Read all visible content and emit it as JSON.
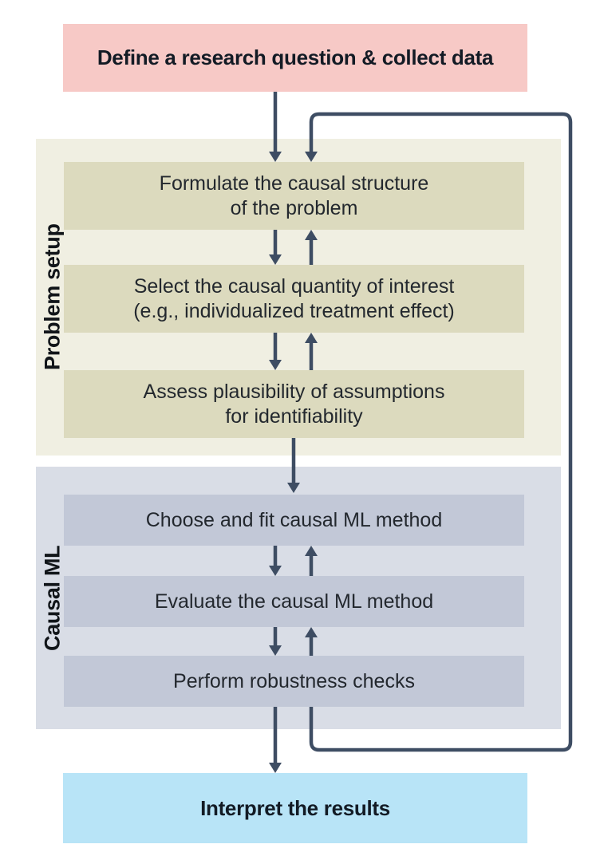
{
  "flow": {
    "start": {
      "label": "Define a research question & collect data"
    },
    "sections": [
      {
        "label": "Problem setup",
        "steps": [
          {
            "lines": [
              "Formulate the causal structure",
              "of the problem"
            ]
          },
          {
            "lines": [
              "Select the causal quantity of interest",
              "(e.g., individualized treatment effect)"
            ]
          },
          {
            "lines": [
              "Assess plausibility of assumptions",
              "for identifiability"
            ]
          }
        ]
      },
      {
        "label": "Causal ML",
        "steps": [
          {
            "lines": [
              "Choose and fit causal ML method"
            ]
          },
          {
            "lines": [
              "Evaluate the causal ML method"
            ]
          },
          {
            "lines": [
              "Perform robustness checks"
            ]
          }
        ]
      }
    ],
    "result": {
      "label": "Interpret the results"
    },
    "colors": {
      "start_box": "#f7c9c6",
      "problem_section": "#f0efe2",
      "problem_step": "#dcdabe",
      "causal_section": "#d9dde6",
      "causal_step": "#c2c8d7",
      "result_box": "#b8e4f7",
      "arrow": "#3e4d63"
    }
  }
}
